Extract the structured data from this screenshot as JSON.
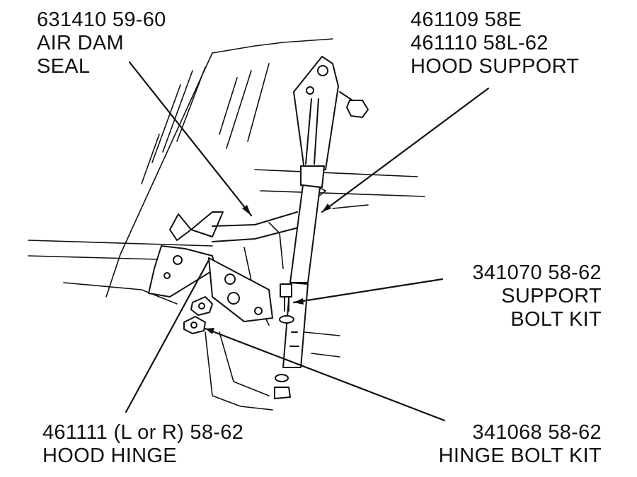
{
  "colors": {
    "ink": "#111111",
    "background": "#ffffff"
  },
  "callouts": {
    "air_dam": {
      "line1": "631410  59-60",
      "line2": "AIR DAM",
      "line3": "SEAL"
    },
    "hood_support": {
      "line1": "461109  58E",
      "line2": "461110  58L-62",
      "line3": "HOOD SUPPORT"
    },
    "support_bolt": {
      "line1": "341070  58-62",
      "line2": "SUPPORT",
      "line3": "BOLT KIT"
    },
    "hood_hinge": {
      "line1": "461111 (L or R) 58-62",
      "line2": "HOOD HINGE"
    },
    "hinge_bolt": {
      "line1": "341068  58-62",
      "line2": "HINGE BOLT KIT"
    }
  }
}
